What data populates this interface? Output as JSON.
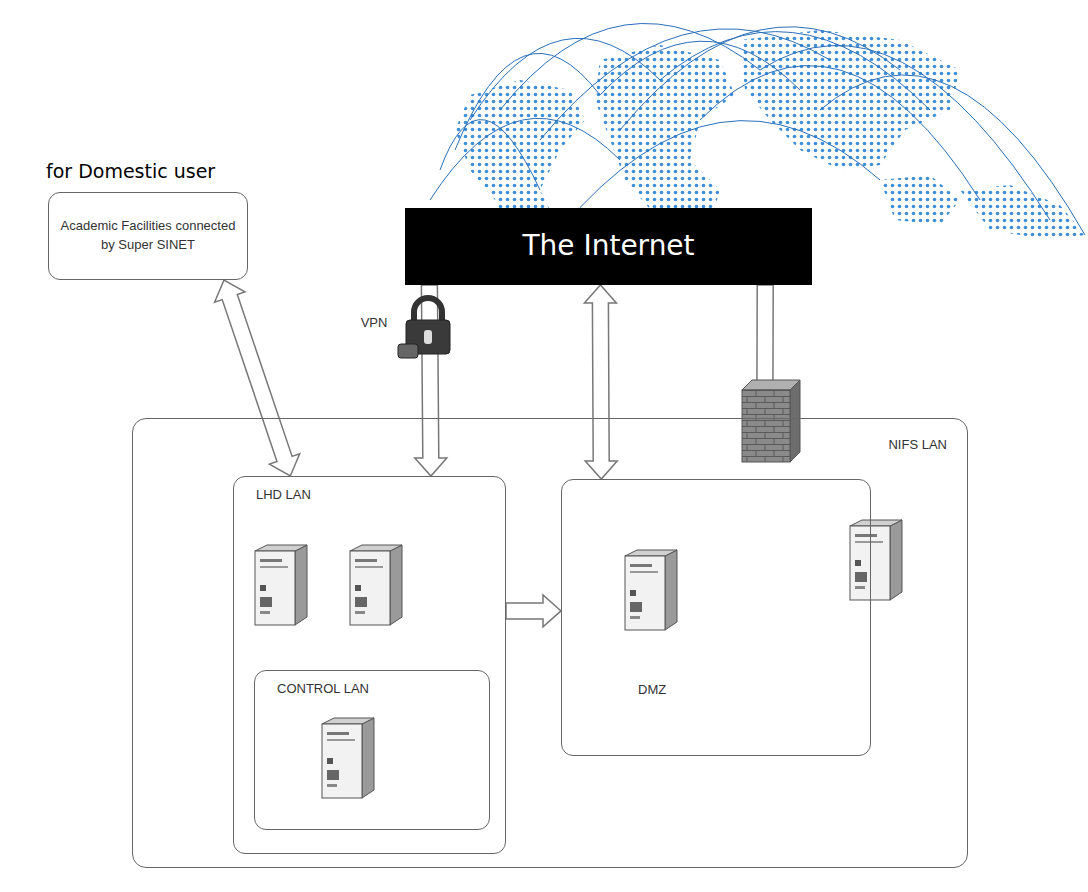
{
  "diagram": {
    "nodes": [
      {
        "text": [
          "Academic Facilities connected by Super SINET"
        ]
      },
      {
        "text": [
          "The Internet"
        ]
      },
      {
        "text": [
          "NIFS LAN"
        ]
      },
      {
        "text": [
          "LHD LAN"
        ],
        "in": 2
      },
      {
        "text": [
          "CONTROL LAN"
        ],
        "in": 3
      },
      {
        "text": [
          "DMZ"
        ],
        "in": 2
      }
    ],
    "edges": [
      {
        "from": 0,
        "to": 3,
        "arrow": "both"
      },
      {
        "from": 1,
        "to": 3,
        "arrow": "to",
        "label": "VPN"
      },
      {
        "from": 1,
        "to": 5,
        "arrow": "both"
      },
      {
        "from": 1,
        "to": 2,
        "arrow": "to"
      },
      {
        "from": 3,
        "to": 5,
        "arrow": "to"
      }
    ],
    "labels": [
      "for Domestic user"
    ]
  }
}
